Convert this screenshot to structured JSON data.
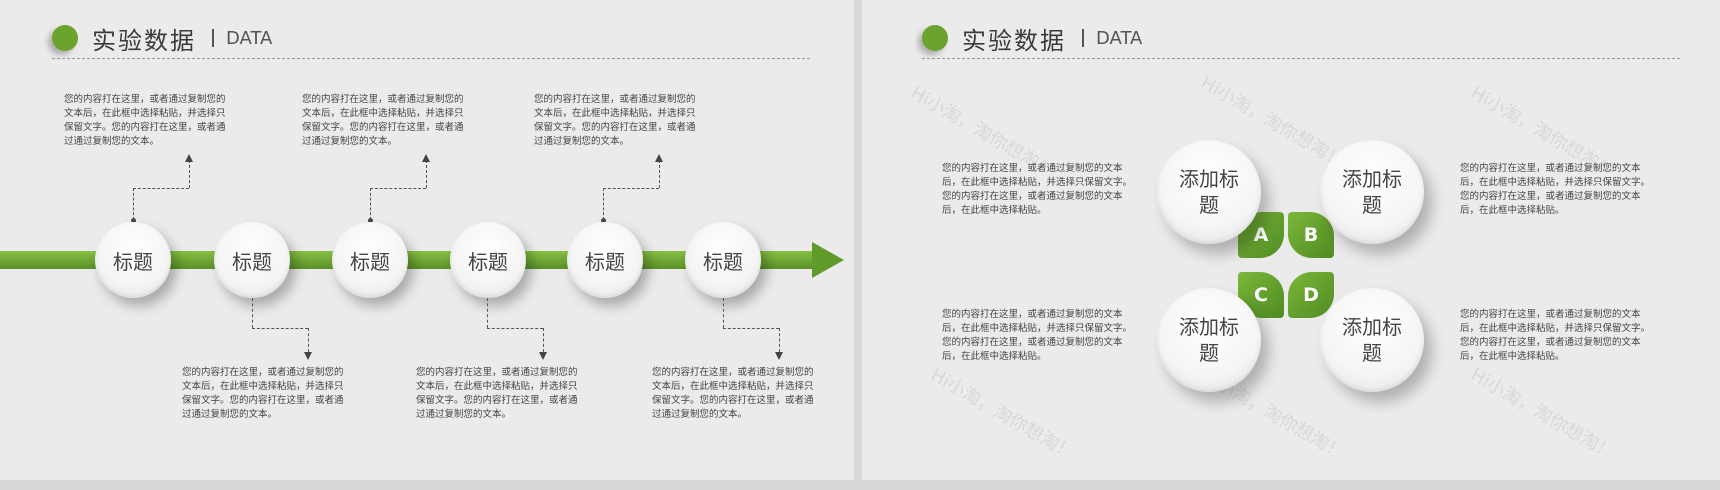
{
  "slides": [
    {
      "header": {
        "title": "实验数据",
        "subtitle": "DATA"
      },
      "timeline": {
        "nodes": [
          "标题",
          "标题",
          "标题",
          "标题",
          "标题",
          "标题"
        ],
        "top_texts": [
          "您的内容打在这里，或者通过复制您的文本后，在此框中选择粘贴，并选择只保留文字。您的内容打在这里，或者通过通过复制您的文本。",
          "您的内容打在这里，或者通过复制您的文本后，在此框中选择粘贴，并选择只保留文字。您的内容打在这里，或者通过通过复制您的文本。",
          "您的内容打在这里，或者通过复制您的文本后，在此框中选择粘贴，并选择只保留文字。您的内容打在这里，或者通过通过复制您的文本。"
        ],
        "bottom_texts": [
          "您的内容打在这里，或者通过复制您的文本后，在此框中选择粘贴，并选择只保留文字。您的内容打在这里，或者通过通过复制您的文本。",
          "您的内容打在这里，或者通过复制您的文本后，在此框中选择粘贴，并选择只保留文字。您的内容打在这里，或者通过通过复制您的文本。",
          "您的内容打在这里，或者通过复制您的文本后，在此框中选择粘贴，并选择只保留文字。您的内容打在这里，或者通过通过复制您的文本。"
        ]
      }
    },
    {
      "header": {
        "title": "实验数据",
        "subtitle": "DATA"
      },
      "quad": {
        "circles": [
          "添加标题",
          "添加标题",
          "添加标题",
          "添加标题"
        ],
        "letters": [
          "A",
          "B",
          "C",
          "D"
        ],
        "texts": [
          "您的内容打在这里，或者通过复制您的文本后，在此框中选择粘贴，并选择只保留文字。您的内容打在这里，或者通过复制您的文本后，在此框中选择粘贴。",
          "您的内容打在这里，或者通过复制您的文本后，在此框中选择粘贴，并选择只保留文字。您的内容打在这里，或者通过复制您的文本后，在此框中选择粘贴。",
          "您的内容打在这里，或者通过复制您的文本后，在此框中选择粘贴，并选择只保留文字。您的内容打在这里，或者通过复制您的文本后，在此框中选择粘贴。",
          "您的内容打在这里，或者通过复制您的文本后，在此框中选择粘贴，并选择只保留文字。您的内容打在这里，或者通过复制您的文本后，在此框中选择粘贴。"
        ]
      },
      "watermark": "Hi小淘，淘你想淘！"
    }
  ],
  "colors": {
    "accent": "#6aa42e",
    "background": "#ebebeb",
    "text": "#444444"
  }
}
